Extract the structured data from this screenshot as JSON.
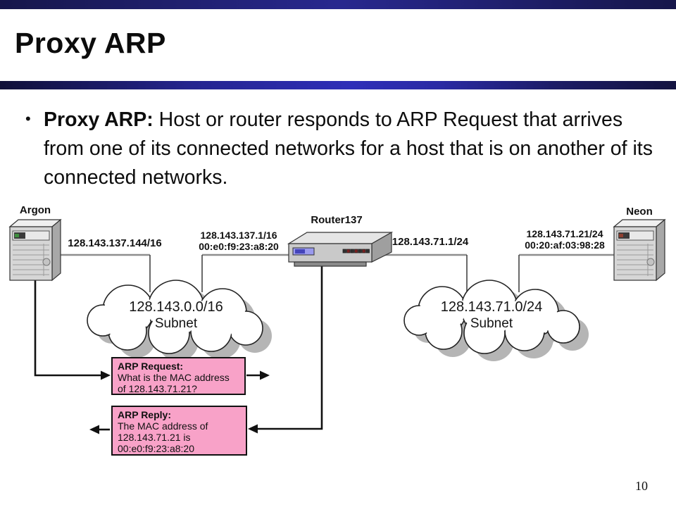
{
  "slide": {
    "title": "Proxy ARP",
    "page_number": "10",
    "bullet": {
      "lead": "Proxy ARP:",
      "rest": " Host or router responds to ARP Request that arrives from one of its connected networks for a host that is on another of its connected networks."
    }
  },
  "diagram": {
    "hosts": {
      "argon": {
        "name": "Argon",
        "interface_label": "128.143.137.144/16"
      },
      "neon": {
        "name": "Neon",
        "address_line1": "128.143.71.21/24",
        "address_line2": "00:20:af:03:98:28"
      }
    },
    "router": {
      "name": "Router137",
      "left_line1": "128.143.137.1/16",
      "left_line2": "00:e0:f9:23:a8:20",
      "right_line1": "128.143.71.1/24"
    },
    "clouds": {
      "left": {
        "line1": "128.143.0.0/16",
        "line2": "Subnet"
      },
      "right": {
        "line1": "128.143.71.0/24",
        "line2": "Subnet"
      }
    },
    "arp_request": {
      "title": "ARP Request:",
      "line1": "What is the MAC address",
      "line2": "of 128.143.71.21?"
    },
    "arp_reply": {
      "title": "ARP Reply:",
      "line1": "The MAC address of",
      "line2": "128.143.71.21 is",
      "line3": "00:e0:f9:23:a8:20"
    }
  },
  "icons": {
    "argon": "server-tower-icon",
    "neon": "server-tower-icon",
    "router": "router-box-icon",
    "subnet_left": "cloud-icon",
    "subnet_right": "cloud-icon"
  },
  "colors": {
    "accent_navy": "#1b1b6e",
    "divider_blue": "#2e2eb8",
    "arp_box_pink": "#f8a2c8"
  }
}
